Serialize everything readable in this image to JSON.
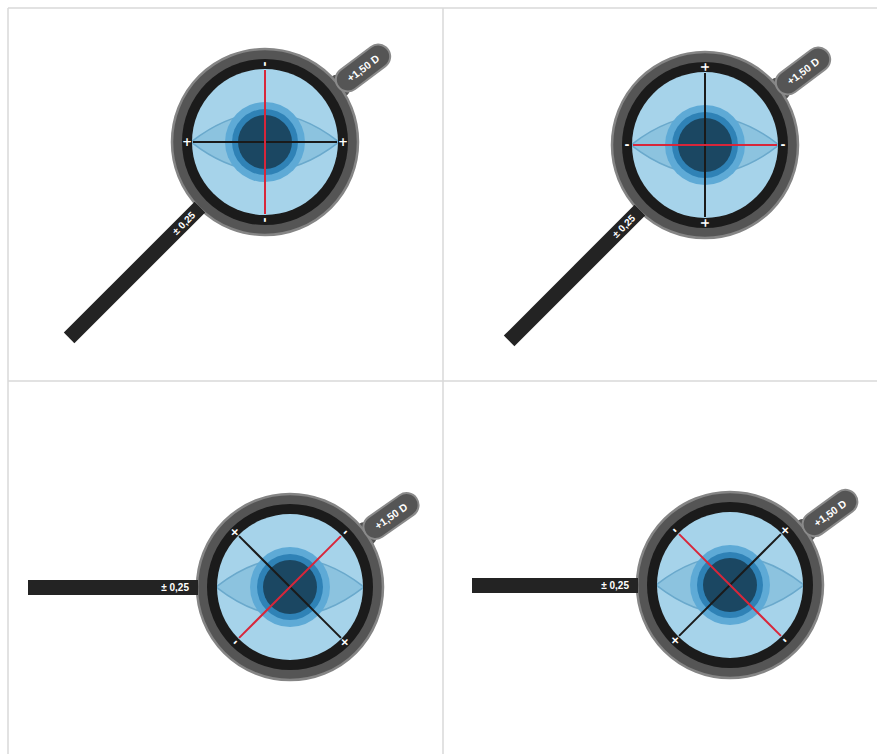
{
  "diagram": {
    "nodes": [
      {
        "text": [
          "+1,50 D"
        ]
      },
      {
        "text": [
          "± 0,25"
        ]
      },
      {
        "text": [
          "+1,50 D"
        ]
      },
      {
        "text": [
          "± 0,25"
        ]
      },
      {
        "text": [
          "+1,50 D"
        ]
      },
      {
        "text": [
          "± 0,25"
        ]
      },
      {
        "text": [
          "+1,50 D"
        ]
      },
      {
        "text": [
          "± 0,25"
        ]
      }
    ],
    "labels": [
      "-",
      "+",
      "+",
      "-",
      "+",
      "-",
      "-",
      "+",
      "+",
      "-",
      "-",
      "+",
      "-",
      "+",
      "+",
      "-"
    ]
  }
}
